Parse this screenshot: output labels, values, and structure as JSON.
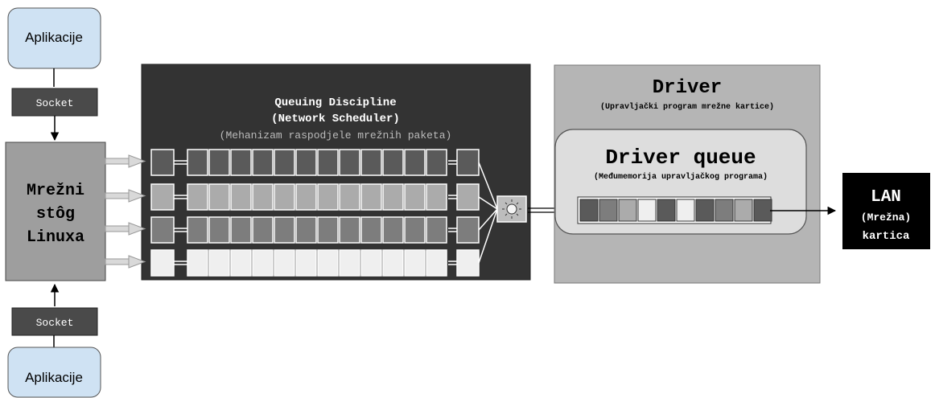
{
  "apps": {
    "top_label": "Aplikacije",
    "bottom_label": "Aplikacije"
  },
  "sockets": {
    "top_label": "Socket",
    "bottom_label": "Socket"
  },
  "stack": {
    "line1": "Mrežni",
    "line2": "stôg",
    "line3": "Linuxa"
  },
  "qdisc": {
    "title_line1": "Queuing Discipline",
    "title_line2": "(Network Scheduler)",
    "subtitle": "(Mehanizam raspodjele mrežnih paketa)"
  },
  "driver": {
    "title": "Driver",
    "subtitle": "(Upravljački program mrežne kartice)",
    "queue_title": "Driver queue",
    "queue_subtitle": "(Međumemorija upravljačkog programa)"
  },
  "lan": {
    "title": "LAN",
    "line2": "(Mrežna)",
    "line3": "kartica"
  },
  "queue_rows": [
    {
      "color": "#5a5a5a"
    },
    {
      "color": "#ababab"
    },
    {
      "color": "#7d7d7d"
    },
    {
      "color": "#efefef"
    }
  ],
  "driver_queue_cells": [
    "#5a5a5a",
    "#7d7d7d",
    "#ababab",
    "#efefef",
    "#5a5a5a",
    "#efefef",
    "#5a5a5a",
    "#7d7d7d",
    "#ababab",
    "#5a5a5a"
  ],
  "scheduler_icon": "sun-icon"
}
